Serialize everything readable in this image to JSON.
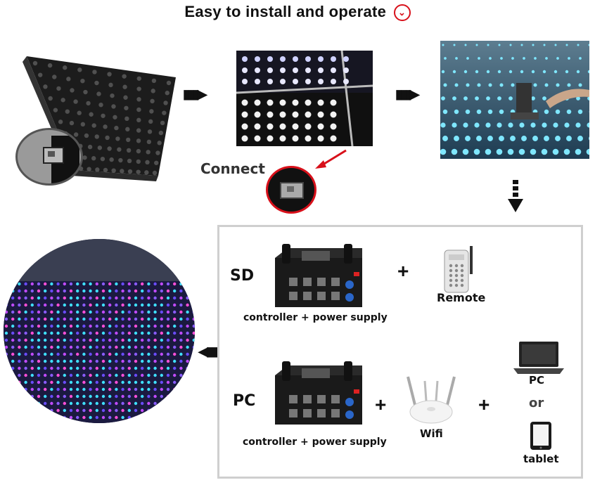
{
  "header": {
    "title": "Easy to install and operate",
    "icon": "chevron-down-circle-icon",
    "icon_color": "#d8101a"
  },
  "step1": {
    "image": "led-dance-floor-panel-with-connector-closeup"
  },
  "step2": {
    "image": "panels-connected-side-by-side",
    "connect_label": "Connect",
    "callout_color": "#d8101a"
  },
  "step3": {
    "image": "installed-floor-with-hammer"
  },
  "result": {
    "image": "illuminated-dance-floor-star-pattern"
  },
  "system": {
    "sd": {
      "mode_label": "SD",
      "controller_label": "controller + power supply",
      "plus": "+",
      "remote_label": "Remote"
    },
    "pc": {
      "mode_label": "PC",
      "controller_label": "controller + power supply",
      "plus1": "+",
      "wifi_label": "Wifi",
      "plus2": "+",
      "pc_label": "PC",
      "or_label": "or",
      "tablet_label": "tablet"
    }
  }
}
